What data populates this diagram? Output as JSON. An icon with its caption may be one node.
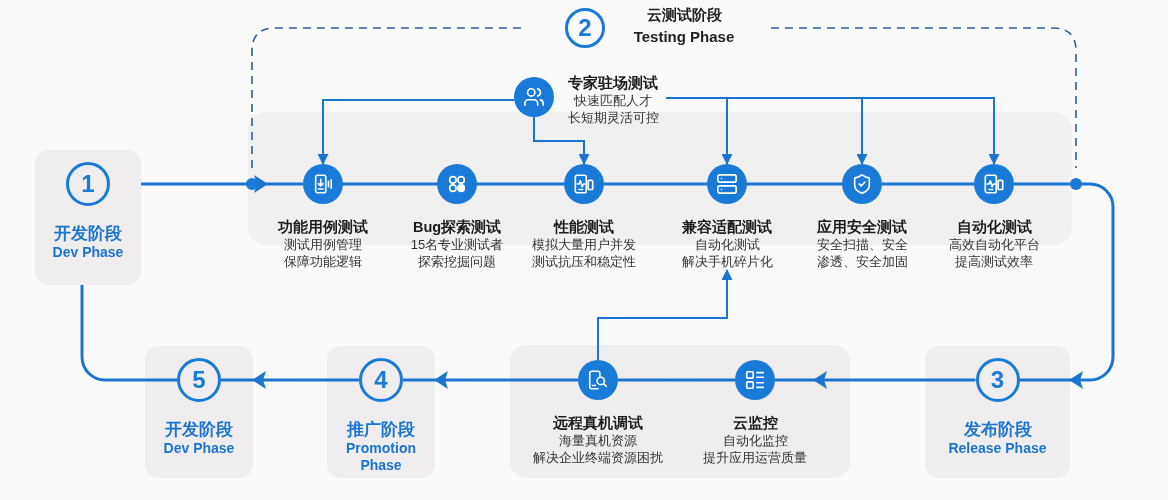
{
  "diagram": {
    "nodes": [
      {
        "text": [
          "1",
          "开发阶段",
          "Dev Phase"
        ]
      },
      {
        "text": [
          "2",
          "云测试阶段",
          "Testing Phase"
        ]
      },
      {
        "text": [
          "专家驻场测试",
          "快速匹配人才",
          "长短期灵活可控"
        ],
        "in": 1
      },
      {
        "text": [
          "功能用例测试",
          "测试用例管理",
          "保障功能逻辑"
        ]
      },
      {
        "text": [
          "Bug探索测试",
          "15名专业测试者",
          "探索挖掘问题"
        ]
      },
      {
        "text": [
          "性能测试",
          "模拟大量用户并发",
          "测试抗压和稳定性"
        ]
      },
      {
        "text": [
          "兼容适配测试",
          "自动化测试",
          "解决手机碎片化"
        ]
      },
      {
        "text": [
          "应用安全测试",
          "安全扫描、安全渗透、安全加固"
        ]
      },
      {
        "text": [
          "自动化测试",
          "高效自动化平台",
          "提高测试效率"
        ]
      },
      {
        "text": [
          "3",
          "发布阶段",
          "Release Phase"
        ]
      },
      {
        "text": [],
        "shape": "box"
      },
      {
        "text": [
          "远程真机调试",
          "海量真机资源",
          "解决企业终端资源困扰"
        ],
        "in": 10
      },
      {
        "text": [
          "云监控",
          "自动化监控",
          "提升应用运营质量"
        ],
        "in": 10
      },
      {
        "text": [
          "4",
          "推广阶段",
          "Promotion Phase"
        ]
      },
      {
        "text": [
          "5",
          "开发阶段",
          "Dev Phase"
        ]
      }
    ],
    "edges": [
      {
        "from": 0,
        "to": 3,
        "arrow": "to"
      },
      {
        "from": 3,
        "to": 4,
        "arrow": "none"
      },
      {
        "from": 4,
        "to": 5,
        "arrow": "none"
      },
      {
        "from": 5,
        "to": 6,
        "arrow": "none"
      },
      {
        "from": 6,
        "to": 7,
        "arrow": "none"
      },
      {
        "from": 7,
        "to": 8,
        "arrow": "none"
      },
      {
        "from": 8,
        "to": 9,
        "arrow": "to"
      },
      {
        "from": 9,
        "to": 12,
        "arrow": "to"
      },
      {
        "from": 12,
        "to": 11,
        "arrow": "none"
      },
      {
        "from": 11,
        "to": 13,
        "arrow": "to"
      },
      {
        "from": 13,
        "to": 14,
        "arrow": "to"
      },
      {
        "from": 14,
        "to": 0,
        "arrow": "none"
      },
      {
        "from": 2,
        "to": 3,
        "arrow": "to"
      },
      {
        "from": 2,
        "to": 5,
        "arrow": "to"
      },
      {
        "from": 2,
        "to": 6,
        "arrow": "to"
      },
      {
        "from": 2,
        "to": 7,
        "arrow": "to"
      },
      {
        "from": 2,
        "to": 8,
        "arrow": "to"
      },
      {
        "from": 11,
        "to": 6,
        "arrow": "to"
      }
    ]
  }
}
